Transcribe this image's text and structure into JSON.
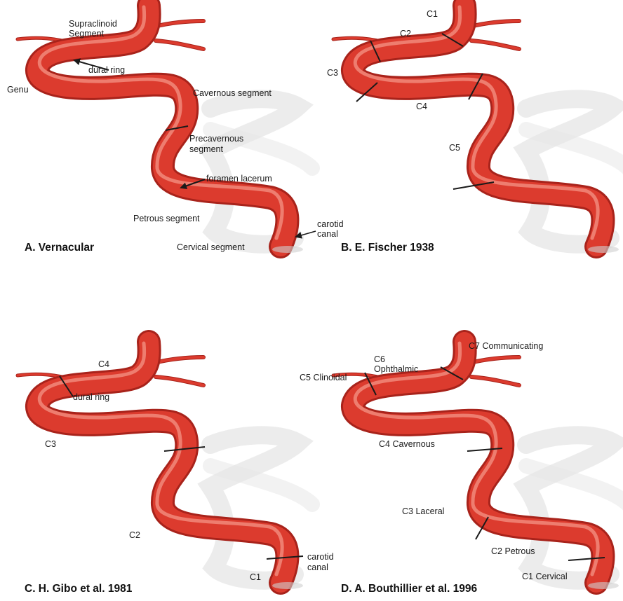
{
  "colors": {
    "artery": "#dc3b2e",
    "artery_dark": "#a8231b",
    "highlight": "#f59a8c",
    "shadow": "#d9d9d9",
    "ink": "#1a1a1a"
  },
  "panels": [
    {
      "caption": "A. Vernacular",
      "labels": {
        "supraclinoid": "Supraclinoid",
        "segment": "Segment",
        "dural_ring": "dural ring",
        "genu": "Genu",
        "cavernous": "Cavernous segment",
        "precavernous_1": "Precavernous",
        "precavernous_2": "segment",
        "foramen_lacerum": "foramen lacerum",
        "petrous": "Petrous segment",
        "carotid": "carotid",
        "canal": "canal",
        "cervical": "Cervical segment"
      }
    },
    {
      "caption": "B. E. Fischer 1938",
      "labels": {
        "c1": "C1",
        "c2": "C2",
        "c3": "C3",
        "c4": "C4",
        "c5": "C5"
      }
    },
    {
      "caption": "C. H. Gibo et al. 1981",
      "labels": {
        "c4": "C4",
        "dural_ring": "dural ring",
        "c3": "C3",
        "c2": "C2",
        "carotid": "carotid",
        "canal": "canal",
        "c1": "C1"
      }
    },
    {
      "caption": "D. A. Bouthillier et al. 1996",
      "labels": {
        "c7": "C7 Communicating",
        "c6_1": "C6",
        "c6_2": "Ophthalmic",
        "c5": "C5 Clinoidal",
        "c4": "C4 Cavernous",
        "c3": "C3 Laceral",
        "c2": "C2 Petrous",
        "c1": "C1 Cervical"
      }
    }
  ]
}
